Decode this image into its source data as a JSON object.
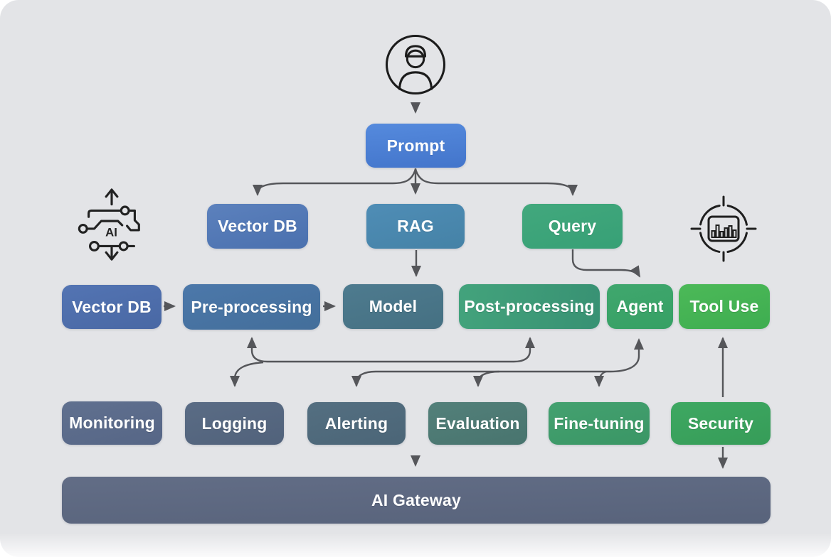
{
  "diagram": {
    "background_color": "#e3e4e7",
    "arrow_color": "#55565a",
    "icon_stroke_color": "#1f1f1f",
    "label_color": "#ffffff"
  },
  "icons": {
    "user": "user-avatar",
    "ai_circuit_label": "AI",
    "chart_target": "bar-chart-target"
  },
  "nodes": {
    "prompt": {
      "label": "Prompt",
      "color": "#4c80d4"
    },
    "vector_db_top": {
      "label": "Vector DB",
      "color": "#5377b6"
    },
    "rag": {
      "label": "RAG",
      "color": "#4a88ae"
    },
    "query": {
      "label": "Query",
      "color": "#3ca47a"
    },
    "vector_db_mid": {
      "label": "Vector DB",
      "color": "#4e6fab"
    },
    "pre_processing": {
      "label": "Pre-processing",
      "color": "#4873a2"
    },
    "model": {
      "label": "Model",
      "color": "#4a7588"
    },
    "post_processing": {
      "label": "Post-processing",
      "color": "#3d9b78"
    },
    "agent": {
      "label": "Agent",
      "color": "#3ba369"
    },
    "tool_use": {
      "label": "Tool Use",
      "color": "#46b354"
    },
    "monitoring": {
      "label": "Monitoring",
      "color": "#5c6b8c"
    },
    "logging": {
      "label": "Logging",
      "color": "#556780"
    },
    "alerting": {
      "label": "Alerting",
      "color": "#4f6a7c"
    },
    "evaluation": {
      "label": "Evaluation",
      "color": "#4d7a74"
    },
    "fine_tuning": {
      "label": "Fine-tuning",
      "color": "#3f9c6b"
    },
    "security": {
      "label": "Security",
      "color": "#3aa35d"
    },
    "ai_gateway": {
      "label": "AI Gateway",
      "color": "#5d6880"
    }
  },
  "connections": [
    {
      "type": "arrow",
      "from": "user",
      "to": "prompt"
    },
    {
      "type": "fan-out",
      "from": "prompt",
      "to": [
        "vector_db_top",
        "rag",
        "query"
      ]
    },
    {
      "type": "arrow",
      "from": "rag",
      "to": "model"
    },
    {
      "type": "arrow",
      "from": "query",
      "to": "agent"
    },
    {
      "type": "arrow",
      "from": "vector_db_mid",
      "to": "pre_processing"
    },
    {
      "type": "arrow",
      "from": "pre_processing",
      "to": "model"
    },
    {
      "type": "bus",
      "arrows_up": [
        "pre_processing",
        "post_processing"
      ],
      "arrows_down": [
        "logging"
      ]
    },
    {
      "type": "bus",
      "arrows_up": [
        "agent"
      ],
      "arrows_down": [
        "alerting",
        "evaluation",
        "fine_tuning"
      ]
    },
    {
      "type": "arrow",
      "from": "security",
      "to": "tool_use"
    },
    {
      "type": "arrow",
      "from": "security",
      "to": "ai_gateway"
    },
    {
      "type": "arrow",
      "from": "above",
      "to": "ai_gateway"
    }
  ]
}
